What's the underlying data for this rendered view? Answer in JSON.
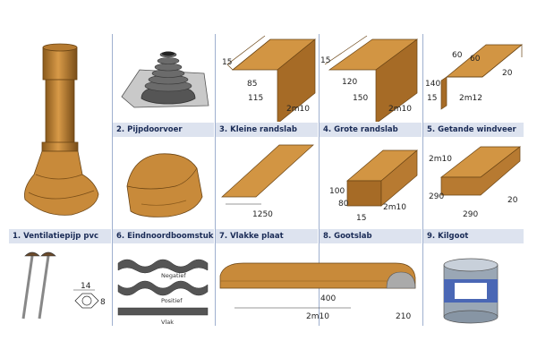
{
  "captions": {
    "c1": "1. Ventilatiepijp pvc",
    "c2": "2. Pijpdoorvoer",
    "c3": "3. Kleine randslab",
    "c4": "4. Grote randslab",
    "c5": "5. Getande windveer",
    "c6": "6. Eindnoordboomstuk",
    "c7": "7. Vlakke plaat",
    "c8": "8. Gootslab",
    "c9": "9. Kilgoot"
  },
  "dims": {
    "p3": {
      "a": "15",
      "b": "85",
      "c": "115",
      "d": "2m10"
    },
    "p4": {
      "a": "15",
      "b": "120",
      "c": "150",
      "d": "2m10"
    },
    "p5": {
      "a": "60",
      "b": "60",
      "c": "20",
      "d": "140",
      "e": "15",
      "f": "2m12"
    },
    "p7": {
      "a": "1250"
    },
    "p8": {
      "a": "100",
      "b": "80",
      "c": "15",
      "d": "2m10"
    },
    "p9": {
      "a": "2m10",
      "b": "290",
      "c": "290",
      "d": "20"
    },
    "screw": {
      "a": "14",
      "b": "8"
    },
    "ridge": {
      "a": "400",
      "b": "210",
      "c": "2m10"
    }
  },
  "profiles": {
    "negatief": "Negatief",
    "positief": "Positief",
    "vlak": "Vlak"
  },
  "colors": {
    "copper": "#c88a3a",
    "copper_dark": "#8a5a1c",
    "caption_bg": "#dde3ef",
    "divider": "#9fb0cf"
  }
}
